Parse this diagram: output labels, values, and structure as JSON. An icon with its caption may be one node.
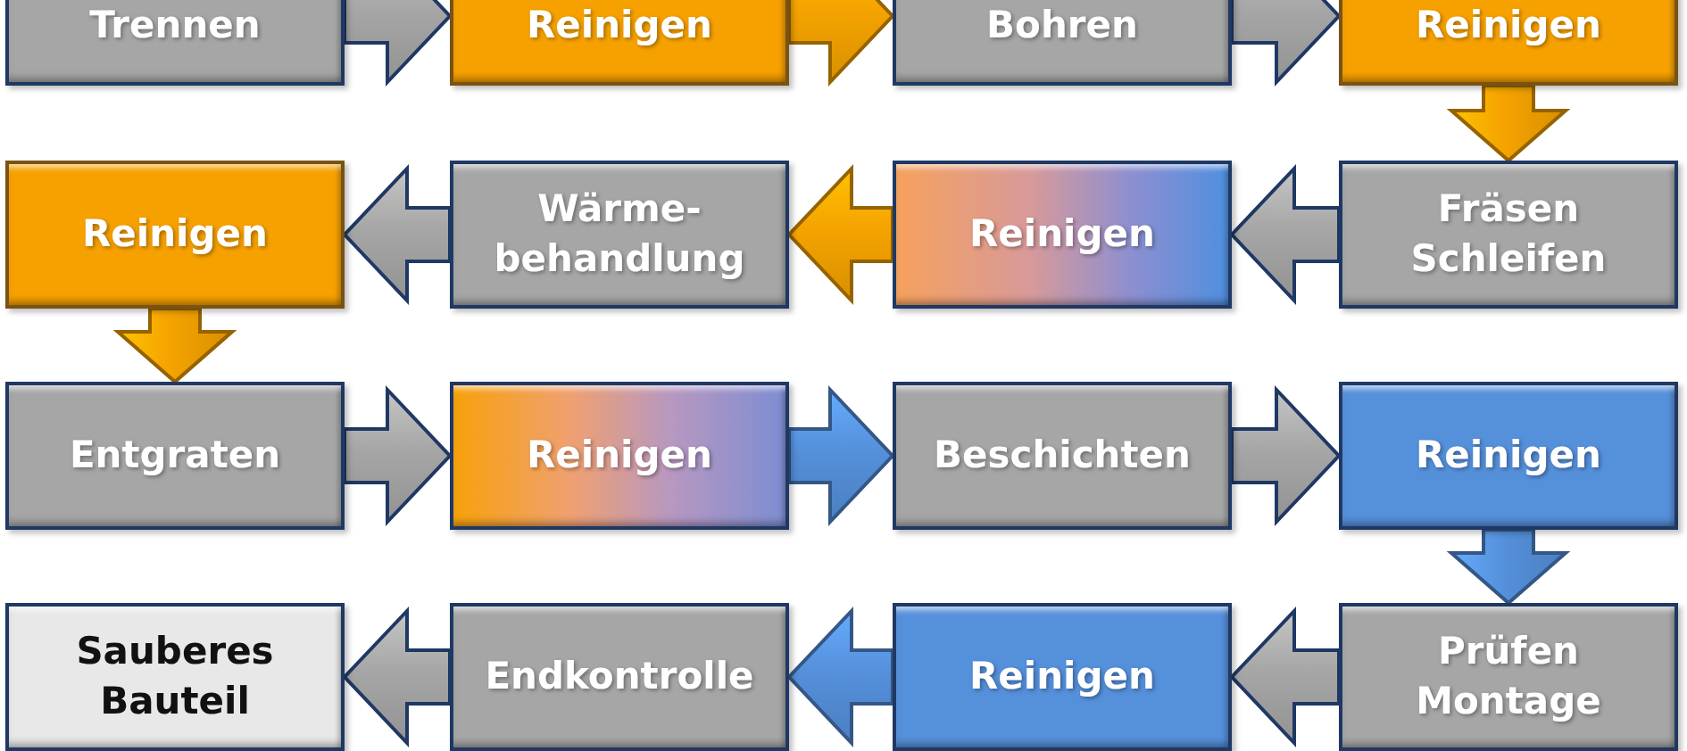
{
  "diagram": {
    "nodes": [
      {
        "text": [
          "Trennen"
        ]
      },
      {
        "text": [
          "Reinigen"
        ]
      },
      {
        "text": [
          "Bohren"
        ]
      },
      {
        "text": [
          "Reinigen"
        ]
      },
      {
        "text": [
          "Fräsen Schleifen"
        ]
      },
      {
        "text": [
          "Reinigen"
        ]
      },
      {
        "text": [
          "Wärme- behandlung"
        ]
      },
      {
        "text": [
          "Reinigen"
        ]
      },
      {
        "text": [
          "Entgraten"
        ]
      },
      {
        "text": [
          "Reinigen"
        ]
      },
      {
        "text": [
          "Beschichten"
        ]
      },
      {
        "text": [
          "Reinigen"
        ]
      },
      {
        "text": [
          "Prüfen Montage"
        ]
      },
      {
        "text": [
          "Reinigen"
        ]
      },
      {
        "text": [
          "Endkontrolle"
        ]
      },
      {
        "text": [
          "Sauberes Bauteil"
        ]
      }
    ],
    "edges": [
      {
        "from": 0,
        "to": 1,
        "arrow": "to"
      },
      {
        "from": 1,
        "to": 2,
        "arrow": "to",
        "color": "#f5a300"
      },
      {
        "from": 2,
        "to": 3,
        "arrow": "to"
      },
      {
        "from": 3,
        "to": 4,
        "arrow": "to",
        "color": "#f5a300"
      },
      {
        "from": 4,
        "to": 5,
        "arrow": "to"
      },
      {
        "from": 5,
        "to": 6,
        "arrow": "to",
        "color": "#f5a300"
      },
      {
        "from": 6,
        "to": 7,
        "arrow": "to"
      },
      {
        "from": 7,
        "to": 8,
        "arrow": "to",
        "color": "#f5a300"
      },
      {
        "from": 8,
        "to": 9,
        "arrow": "to"
      },
      {
        "from": 9,
        "to": 10,
        "arrow": "to",
        "color": "#5590db"
      },
      {
        "from": 10,
        "to": 11,
        "arrow": "to"
      },
      {
        "from": 11,
        "to": 12,
        "arrow": "to",
        "color": "#5590db"
      },
      {
        "from": 12,
        "to": 13,
        "arrow": "to"
      },
      {
        "from": 13,
        "to": 14,
        "arrow": "to",
        "color": "#5590db"
      },
      {
        "from": 14,
        "to": 15,
        "arrow": "to"
      }
    ]
  }
}
